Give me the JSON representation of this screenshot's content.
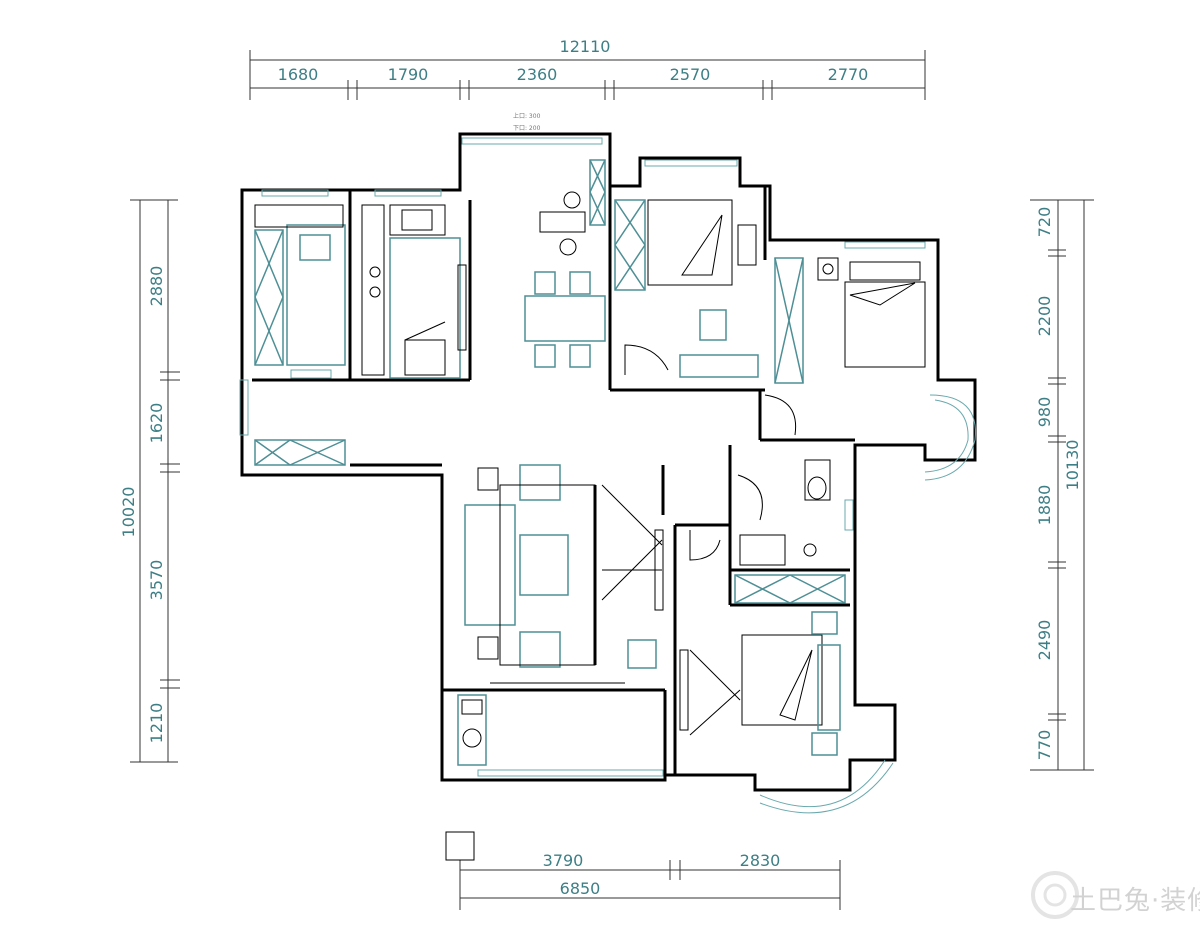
{
  "dimensions": {
    "top_total": "12110",
    "top_segments": [
      "1680",
      "1790",
      "2360",
      "2570",
      "2770"
    ],
    "left_total": "10020",
    "left_segments": [
      "2880",
      "1620",
      "3570",
      "1210"
    ],
    "right_total": "10130",
    "right_segments": [
      "720",
      "2200",
      "980",
      "1880",
      "2490",
      "770"
    ],
    "bottom_total": "6850",
    "bottom_segments": [
      "3790",
      "2830"
    ]
  },
  "notes": {
    "top_1": "上口: 300",
    "top_2": "下口: 200"
  },
  "watermark": "土巴兔·装修网"
}
